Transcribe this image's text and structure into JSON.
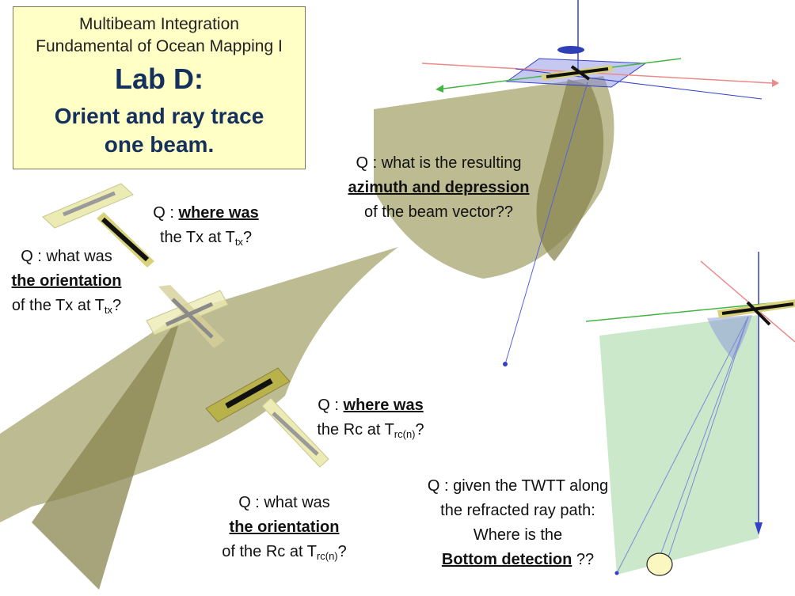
{
  "title_box": {
    "line1": "Multibeam Integration",
    "line2": "Fundamental of Ocean Mapping I",
    "lab": "Lab D:",
    "sub1": "Orient and ray trace",
    "sub2": "one beam."
  },
  "questions": {
    "azimuth": {
      "prefix": "Q : what is the resulting",
      "bold": "azimuth and depression",
      "suffix": "of the beam vector??"
    },
    "tx_where": {
      "prefix": "Q : ",
      "bold": "where was",
      "line2": "the Tx at T",
      "sub": "tx",
      "end": "?"
    },
    "tx_orient": {
      "prefix": "Q : what was",
      "bold": "the orientation",
      "line3": "of the Tx at T",
      "sub": "tx",
      "end": "?"
    },
    "rc_where": {
      "prefix": "Q : ",
      "bold": "where was",
      "line2": "the Rc at T",
      "sub": "rc(n)",
      "end": "?"
    },
    "rc_orient": {
      "prefix": "Q : what was",
      "bold": "the orientation",
      "line3": "of the Rc at T",
      "sub": "rc(n)",
      "end": "?"
    },
    "bottom": {
      "line1": "Q : given the TWTT along",
      "line2": "the refracted ray path:",
      "line3": "Where is the",
      "bold": "Bottom detection",
      "end": " ??"
    }
  },
  "colors": {
    "fan": "#9a9658",
    "bar_bg": "#ecebb4",
    "bar_black": "#1a1a1a",
    "plane": "#a9d9a9",
    "axis_blue": "#3340c8",
    "axis_red": "#ec8a8a",
    "axis_green": "#44b444"
  }
}
